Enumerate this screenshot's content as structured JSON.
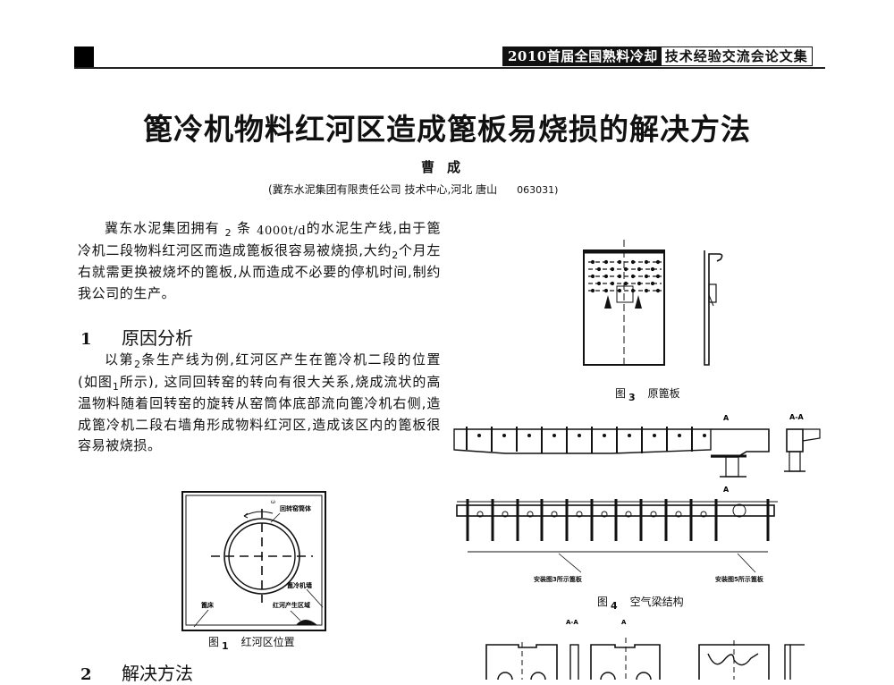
{
  "header": {
    "banner_dark": "2010首届全国熟料冷却",
    "banner_light": "技术经验交流会论文集"
  },
  "article": {
    "title": "篦冷机物料红河区造成篦板易烧损的解决方法",
    "author": "曹成",
    "affiliation": "(冀东水泥集团有限责任公司 技术中心,河北 唐山",
    "zip": "063031)"
  },
  "intro": {
    "p1_a": "冀东水泥集团拥有",
    "p1_n1": "2",
    "p1_b": "条",
    "p1_n2": "4000t/d",
    "p1_c": "的水泥生产线,由于篦冷机二段物料红河区而造成篦板很容易被烧损,大约",
    "p1_n3": "2",
    "p1_d": "个月左右就需更换被烧坏的篦板,从而造成不必要的停机时间,制约我公司的生产。"
  },
  "section1": {
    "number": "1",
    "heading": "原因分析",
    "p_a": "以第",
    "p_n1": "2",
    "p_b": "条生产线为例,红河区产生在篦冷机二段的位置 (如图",
    "p_n2": "1",
    "p_c": "所示), 这同回转窑的转向有很大关系,烧成流状的高温物料随着回转窑的旋转从窑筒体底部流向篦冷机右侧,造成篦冷机二段右墙角形成物料红河区,造成该区内的篦板很容易被烧损。"
  },
  "figure1": {
    "label": "图",
    "number": "1",
    "caption": "红河区位置",
    "annotations": {
      "kiln_shell": "回转窑筒体",
      "cooler_wall": "篦冷机墙",
      "grate_bed": "篦床",
      "red_river_zone": "红河产生区域",
      "rotation": "ω"
    }
  },
  "section2": {
    "number": "2",
    "heading": "解决方法"
  },
  "figure3": {
    "label": "图",
    "number": "3",
    "caption": "原篦板"
  },
  "figure4": {
    "label": "图",
    "number": "4",
    "caption": "空气梁结构",
    "section_marker": "A",
    "section_view": "A-A",
    "dim_left": "安装图3所示篦板",
    "dim_right": "安装图5所示篦板"
  },
  "figure5_partial": {
    "section_view": "A-A",
    "section_marker": "A"
  }
}
